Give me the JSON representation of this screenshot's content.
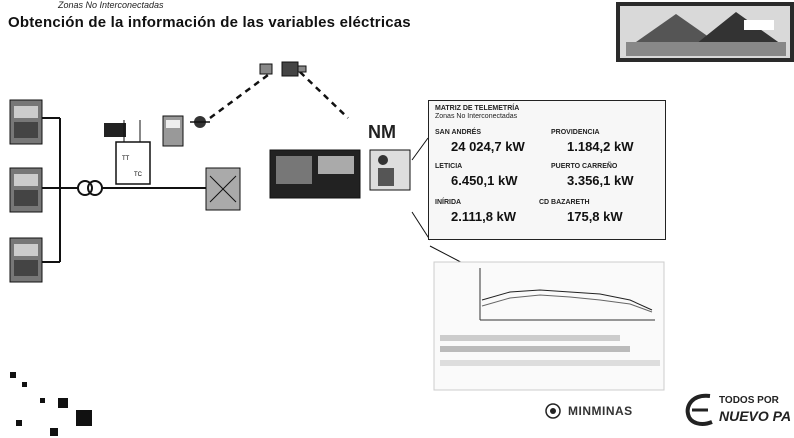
{
  "header": {
    "subtitle": "Zonas No Interconectadas",
    "title": "Obtención de la información de las variables eléctricas"
  },
  "diagram": {
    "center_logo": "NM",
    "panel": {
      "title_line1": "MATRIZ DE TELEMETRÍA",
      "title_line2": "Zonas No Interconectadas",
      "stations": [
        {
          "name": "SAN ANDRÉS",
          "value": "24 024,7 kW"
        },
        {
          "name": "PROVIDENCIA",
          "value": "1.184,2 kW"
        },
        {
          "name": "LETICIA",
          "value": "6.450,1 kW"
        },
        {
          "name": "PUERTO CARREÑO",
          "value": "3.356,1 kW"
        },
        {
          "name": "INÍRIDA",
          "value": "2.111,8 kW"
        },
        {
          "name": "CD BAZARETH",
          "value": "175,8 kW"
        }
      ]
    }
  },
  "footer": {
    "ministry": "MINMINAS",
    "slogan_line1": "TODOS POR",
    "slogan_line2": "NUEVO PA"
  },
  "colors": {
    "ink": "#111111",
    "panel_bg": "#f7f7f7",
    "white": "#ffffff"
  }
}
